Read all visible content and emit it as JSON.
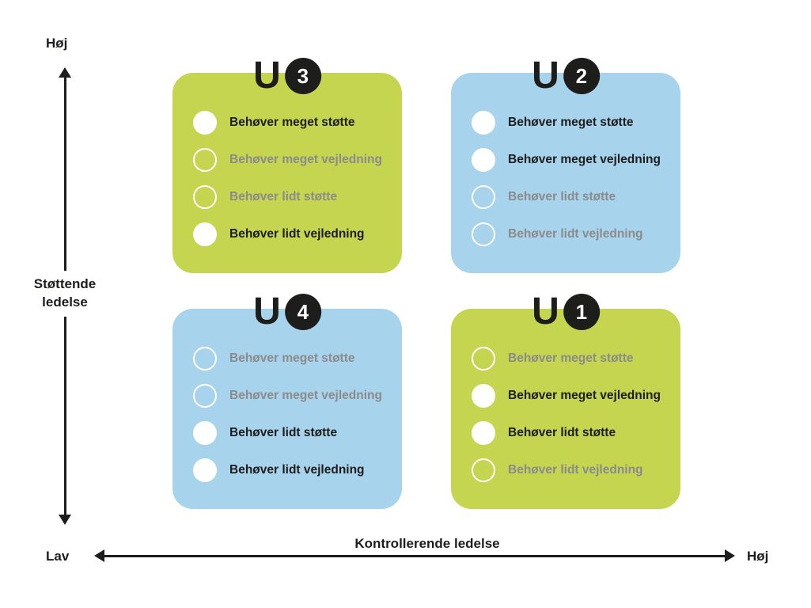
{
  "colors": {
    "green": "#c5d550",
    "blue": "#a8d3ec",
    "black": "#1d1d1b",
    "inactive_text": "#8b8b8b",
    "marker": "#ffffff"
  },
  "axes": {
    "y_top_label": "Høj",
    "y_bottom_label": "Lav",
    "y_title": "Støttende ledelse",
    "x_title": "Kontrollerende ledelse",
    "x_right_label": "Høj"
  },
  "quadrants": [
    {
      "badge_letter": "U",
      "badge_number": "3",
      "theme": "green",
      "position": "top-left",
      "items": [
        {
          "label": "Behøver meget støtte",
          "state": "active"
        },
        {
          "label": "Behøver meget vejledning",
          "state": "inactive"
        },
        {
          "label": "Behøver lidt støtte",
          "state": "inactive"
        },
        {
          "label": "Behøver lidt vejledning",
          "state": "active"
        }
      ]
    },
    {
      "badge_letter": "U",
      "badge_number": "2",
      "theme": "blue",
      "position": "top-right",
      "items": [
        {
          "label": "Behøver meget støtte",
          "state": "active"
        },
        {
          "label": "Behøver meget vejledning",
          "state": "active"
        },
        {
          "label": "Behøver lidt støtte",
          "state": "inactive"
        },
        {
          "label": "Behøver lidt vejledning",
          "state": "inactive"
        }
      ]
    },
    {
      "badge_letter": "U",
      "badge_number": "4",
      "theme": "blue",
      "position": "bottom-left",
      "items": [
        {
          "label": "Behøver meget støtte",
          "state": "inactive"
        },
        {
          "label": "Behøver meget vejledning",
          "state": "inactive"
        },
        {
          "label": "Behøver lidt støtte",
          "state": "active"
        },
        {
          "label": "Behøver lidt vejledning",
          "state": "active"
        }
      ]
    },
    {
      "badge_letter": "U",
      "badge_number": "1",
      "theme": "green",
      "position": "bottom-right",
      "items": [
        {
          "label": "Behøver meget støtte",
          "state": "inactive"
        },
        {
          "label": "Behøver meget vejledning",
          "state": "active"
        },
        {
          "label": "Behøver lidt støtte",
          "state": "active"
        },
        {
          "label": "Behøver lidt vejledning",
          "state": "inactive"
        }
      ]
    }
  ]
}
